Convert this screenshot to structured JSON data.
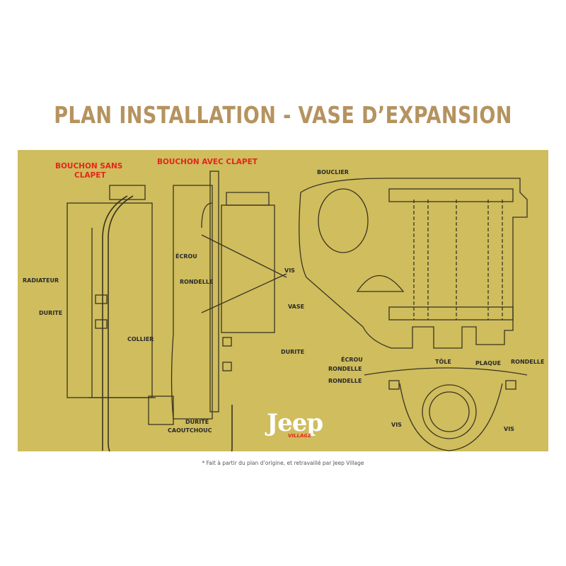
{
  "title": "PLAN INSTALLATION - VASE D’EXPANSION",
  "labels": {
    "bouchon_sans_1": "BOUCHON SANS",
    "bouchon_sans_2": "CLAPET",
    "bouchon_avec": "BOUCHON AVEC CLAPET",
    "bouclier": "BOUCLIER",
    "ecrou_left": "ÉCROU",
    "rondelle_left": "RONDELLE",
    "vis_left": "VIS",
    "radiateur": "RADIATEUR",
    "durite_left": "DURITE",
    "vase": "VASE",
    "collier": "COLLIER",
    "durite_mid": "DURITE",
    "ecrou_right": "ÉCROU",
    "rondelle_r1": "RONDELLE",
    "rondelle_r2": "RONDELLE",
    "tole": "TÔLE",
    "plaque": "PLAQUE",
    "rondelle_r3": "RONDELLE",
    "vis_r1": "VIS",
    "vis_r2": "VIS",
    "durite_caoutchouc_1": "DURITE",
    "durite_caoutchouc_2": "CAOUTCHOUC"
  },
  "logo": {
    "main": "Jeep",
    "sub": "VILLAGE"
  },
  "footnote": "* Fait à partir du plan d’origine, et retravaillé par Jeep Village",
  "colors": {
    "title": "#b5935f",
    "panel": "#cfbd5e",
    "accent": "#e5261b"
  }
}
